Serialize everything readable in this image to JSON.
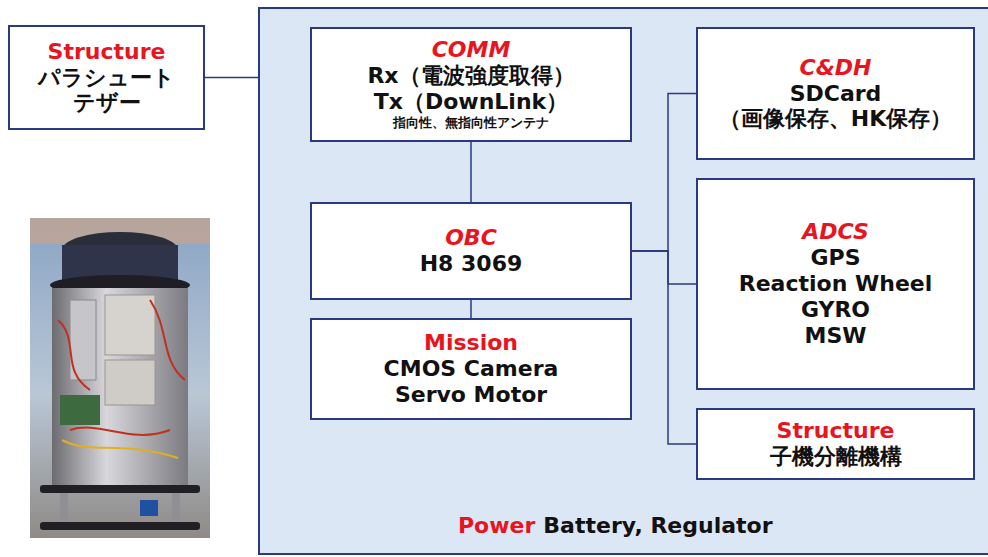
{
  "diagram": {
    "nodes": [
      {
        "text": [
          "Structure",
          "パラシュート テザー"
        ]
      },
      {
        "text": [
          "Power",
          "Battery, Regulator"
        ]
      },
      {
        "text": [
          "COMM",
          "Rx（電波強度取得）",
          "Tx（DownLink）",
          "指向性、無指向性アンテナ"
        ],
        "in": 1
      },
      {
        "text": [
          "C&DH",
          "SDCard",
          "（画像保存、HK保存）"
        ],
        "in": 1
      },
      {
        "text": [
          "OBC",
          "H8 3069"
        ],
        "in": 1
      },
      {
        "text": [
          "ADCS",
          "GPS",
          "Reaction Wheel",
          "GYRO",
          "MSW"
        ],
        "in": 1
      },
      {
        "text": [
          "Mission",
          "CMOS Camera",
          "Servo Motor"
        ],
        "in": 1
      },
      {
        "text": [
          "Structure",
          "子機分離機構"
        ],
        "in": 1
      }
    ],
    "edges": [
      {
        "from": 0,
        "to": 1,
        "arrow": "none"
      },
      {
        "from": 2,
        "to": 4,
        "arrow": "none"
      },
      {
        "from": 4,
        "to": 6,
        "arrow": "none"
      },
      {
        "from": 4,
        "to": 3,
        "arrow": "none"
      },
      {
        "from": 4,
        "to": 5,
        "arrow": "none"
      },
      {
        "from": 4,
        "to": 7,
        "arrow": "none"
      }
    ]
  }
}
